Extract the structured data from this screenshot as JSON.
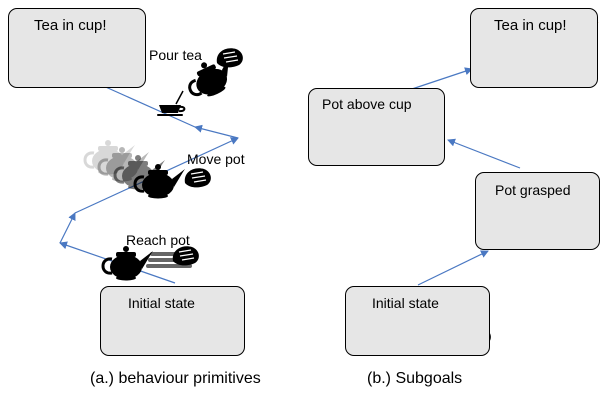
{
  "panel_a": {
    "goal_label": "Tea in cup!",
    "start_label": "Initial state",
    "primitives": [
      "Reach pot",
      "Move pot",
      "Pour tea"
    ],
    "caption": "(a.) behaviour primitives"
  },
  "panel_b": {
    "goal_label": "Tea in cup!",
    "start_label": "Initial state",
    "subgoals": [
      "Pot grasped",
      "Pot above cup"
    ],
    "caption": "(b.) Subgoals"
  },
  "colors": {
    "box_fill": "#e6e6e6",
    "arrow": "#4a78c2",
    "star": "#f5b21b"
  },
  "icons": [
    "teapot-icon",
    "cup-icon",
    "gripper-icon",
    "star-icon",
    "steam-icon"
  ]
}
